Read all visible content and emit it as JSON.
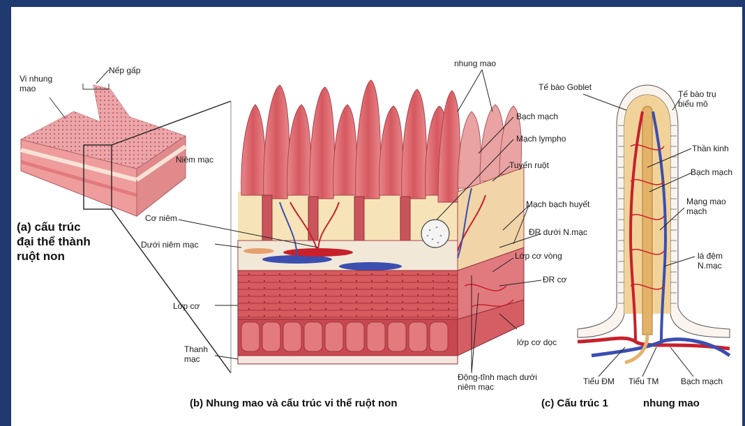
{
  "panel_a": {
    "label_vi_nhung_mao": "Vi nhung mao",
    "label_nep_gap": "Nếp gấp",
    "caption": "(a) cấu trúc đại thể thành ruột non"
  },
  "panel_b": {
    "label_nhung_mao": "nhung mao",
    "label_niem_mac": "Niêm mạc",
    "label_co_niem": "Cơ niêm",
    "label_duoi_niem_mac": "Dưới niêm mạc",
    "label_lop_co": "Lớp cơ",
    "label_thanh_mac": "Thanh mạc",
    "label_bach_mach": "Bạch mạch",
    "label_mach_lympho": "Mạch lympho",
    "label_tuyen_ruot": "Tuyến ruột",
    "label_mach_bach_huyet": "Mạch bạch huyết",
    "label_dr_duoi_nmac": "ĐR dưới N.mạc",
    "label_lop_co_vong": "Lớp cơ vòng",
    "label_dr_co": "ĐR cơ",
    "label_lop_co_doc": "lớp cơ dọc",
    "label_dong_tinh_mach": "Động-tĩnh mạch dưới niêm mạc",
    "caption": "(b) Nhung mao và cấu trúc vi thể ruột non"
  },
  "panel_c": {
    "label_te_bao_goblet": "Tế bào Goblet",
    "label_te_bao_tru": "Tế bào trụ biểu mô",
    "label_than_kinh": "Thần kinh",
    "label_bach_mach": "Bạch mạch",
    "label_mang_mao_mach": "Mạng mao mạch",
    "label_la_dem": "lá đệm N.mạc",
    "label_tieu_dm": "Tiểu ĐM",
    "label_tieu_tm": "Tiểu TM",
    "label_bach_mach_bottom": "Bạch mạch",
    "caption_left": "(c) Cấu trúc 1",
    "caption_right": "nhung mao"
  },
  "colors": {
    "frame_border": "#1f3a6e",
    "mucosa": "#d9646a",
    "mucosa_light": "#f0b4ae",
    "muscle": "#c9424a",
    "cream": "#f6e4b8",
    "artery": "#c8202a",
    "vein": "#3b4fb0"
  }
}
